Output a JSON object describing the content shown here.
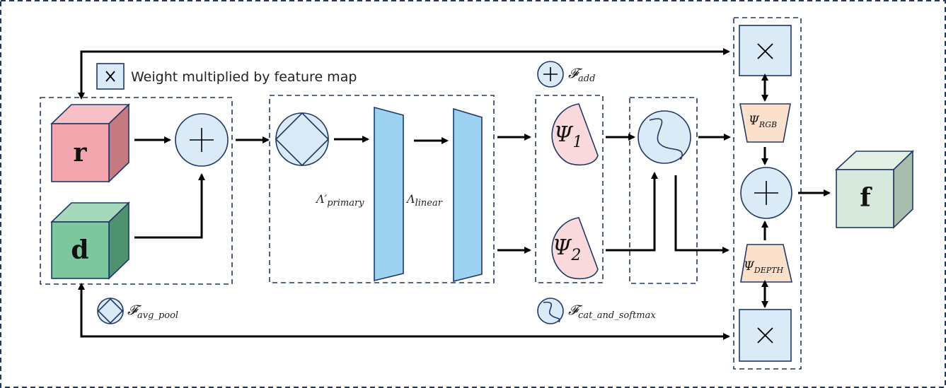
{
  "legend": {
    "multiply_text": "Weight multiplied by feature map",
    "add_label": "𝓕",
    "add_sub": "add",
    "avg_pool_label": "𝓕",
    "avg_pool_sub": "avg_pool",
    "softmax_label": "𝓕",
    "softmax_sub": "cat_and_softmax"
  },
  "inputs": {
    "rgb": "r",
    "depth": "d"
  },
  "output": "f",
  "layers": {
    "primary_label": "Λ′",
    "primary_sub": "primary",
    "linear_label": "Λ",
    "linear_sub": "linear"
  },
  "psi": {
    "psi1_main": "Ψ",
    "psi1_sub": "1",
    "psi2_main": "Ψ",
    "psi2_sub": "2",
    "rgb_main": "Ψ",
    "rgb_sub": "RGB",
    "depth_main": "Ψ",
    "depth_sub": "DEPTH"
  },
  "colors": {
    "rgb_cube": "#f4a6ae",
    "depth_cube": "#7dc79e",
    "op_fill": "#dbeaf7",
    "layer_fill": "#9dd3f0",
    "psi_fill": "#f9d9dc",
    "trap_fill": "#fbe1cb",
    "output_cube": "#d6e9dc"
  }
}
